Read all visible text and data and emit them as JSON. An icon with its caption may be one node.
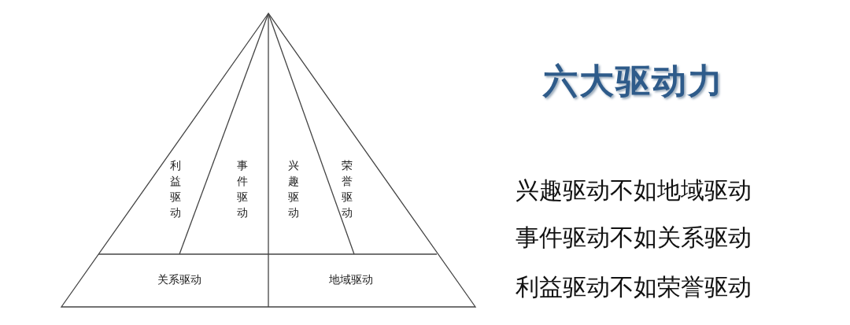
{
  "diagram": {
    "title": "六大驱动力",
    "nodes": [
      {
        "text": [
          "利益驱动"
        ]
      },
      {
        "text": [
          "事件驱动"
        ]
      },
      {
        "text": [
          "兴趣驱动"
        ]
      },
      {
        "text": [
          "荣誉驱动"
        ]
      },
      {
        "text": [
          "关系驱动"
        ]
      },
      {
        "text": [
          "地域驱动"
        ]
      }
    ],
    "labels": [
      "兴趣驱动不如地域驱动",
      "事件驱动不如关系驱动",
      "利益驱动不如荣誉驱动"
    ]
  }
}
